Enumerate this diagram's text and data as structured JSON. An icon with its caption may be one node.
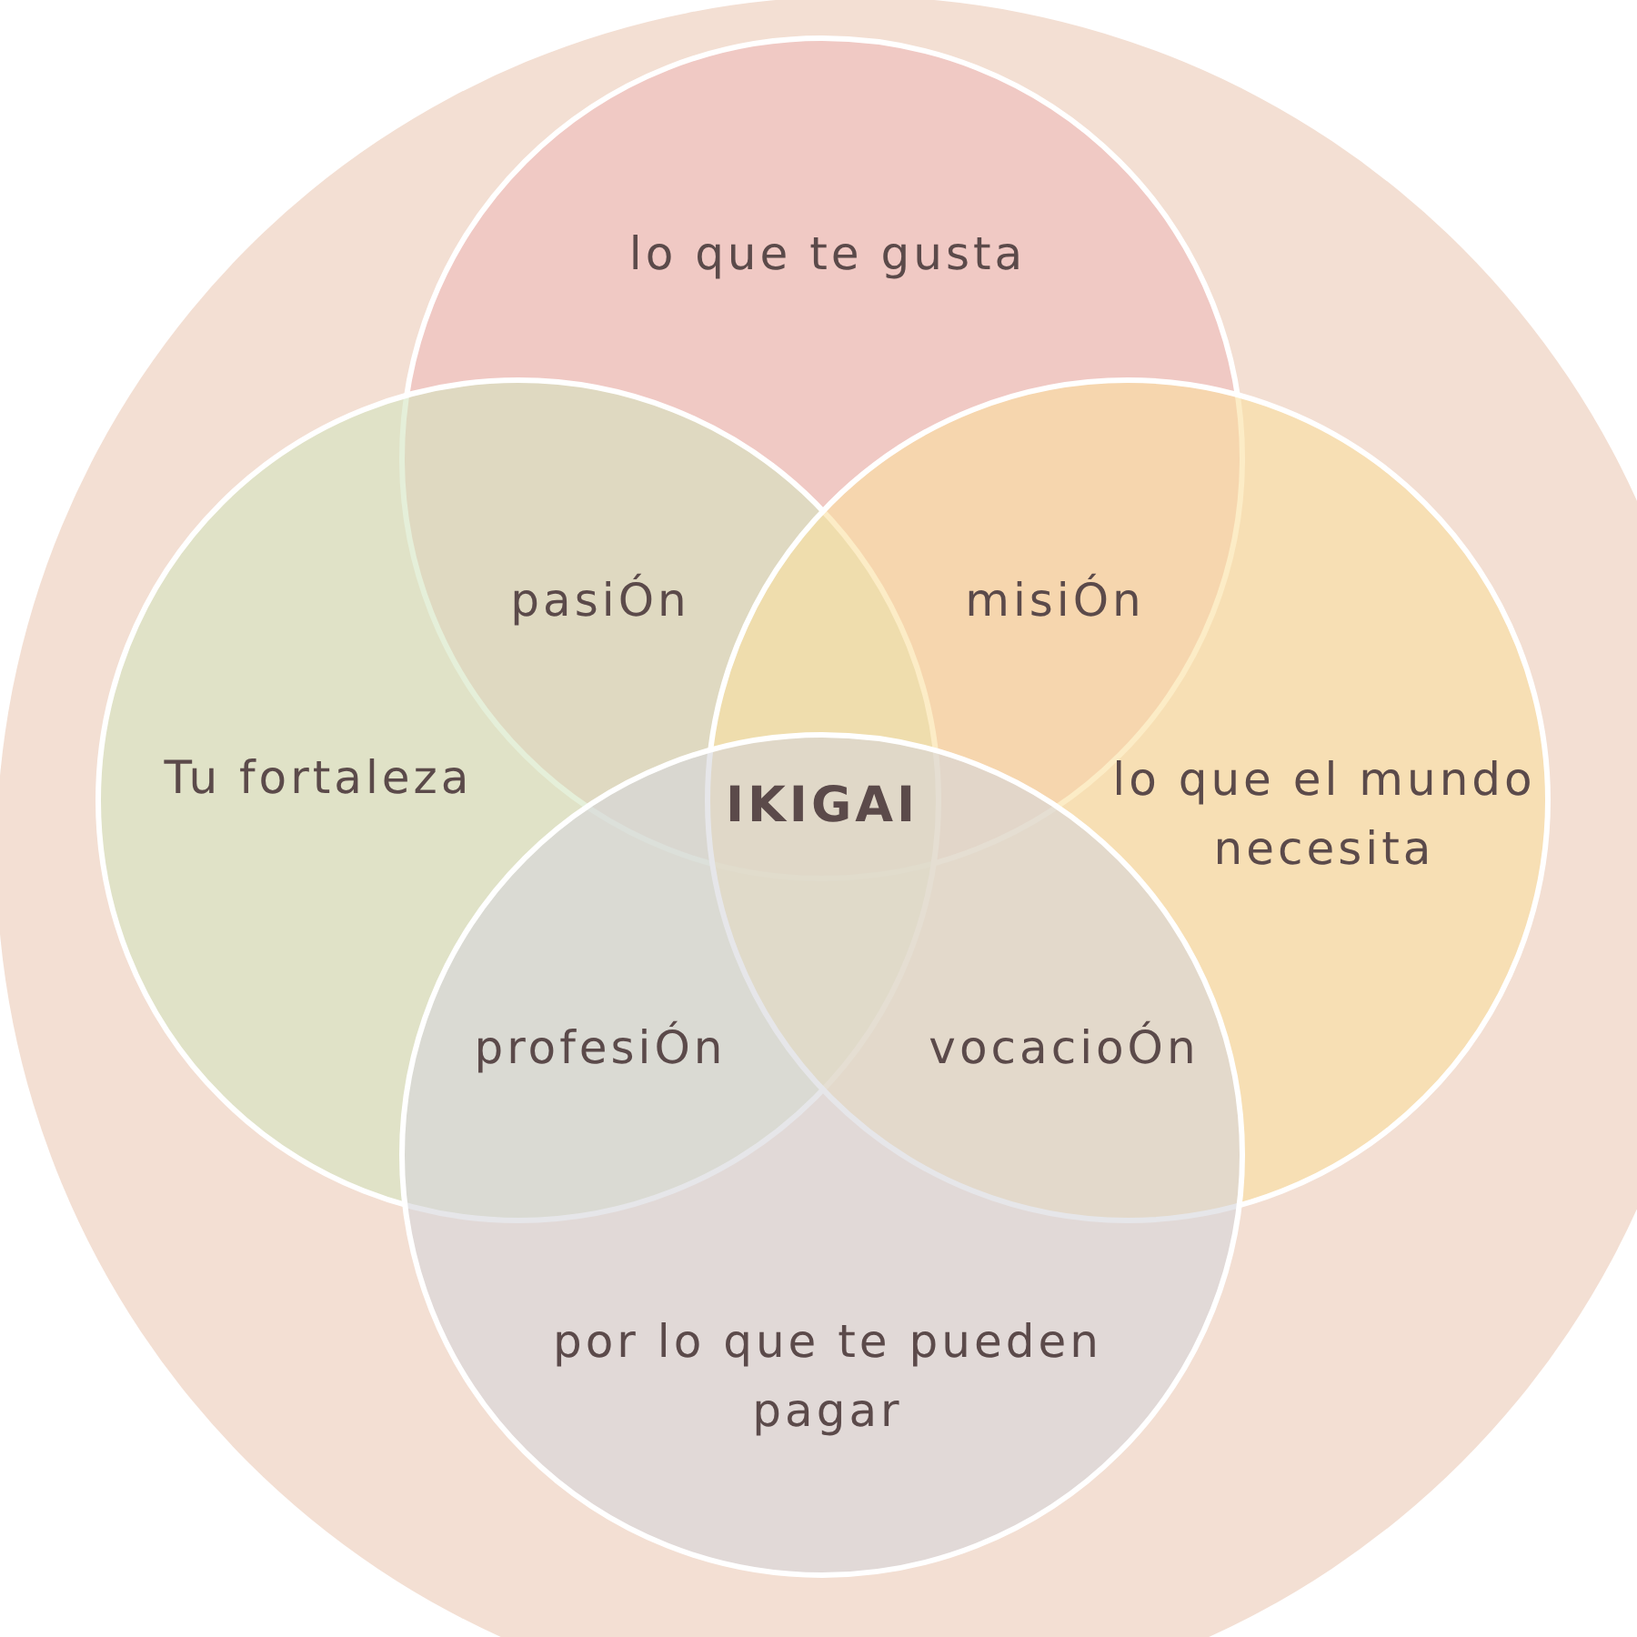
{
  "diagram": {
    "nodes": [
      {
        "text": [
          "lo que te gusta"
        ]
      },
      {
        "text": [
          "Tu fortaleza"
        ]
      },
      {
        "text": [
          "lo que el mundo necesita"
        ]
      },
      {
        "text": [
          "por lo que te pueden pagar"
        ]
      }
    ],
    "labels": [
      "pasiÓn",
      "misiÓn",
      "IKIGAI",
      "profesiÓn",
      "vocacioÓn"
    ]
  }
}
